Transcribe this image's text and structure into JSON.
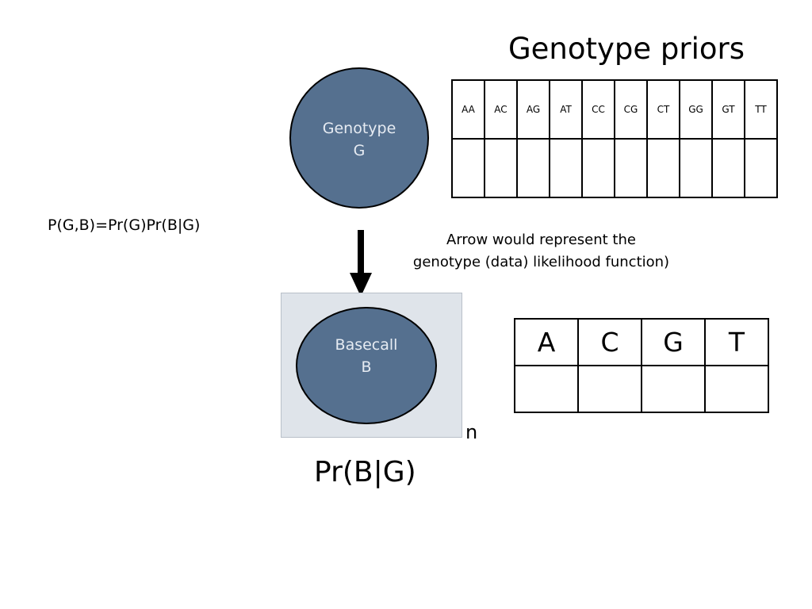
{
  "priors": {
    "title": "Genotype priors",
    "genotypes": [
      "AA",
      "AC",
      "AG",
      "AT",
      "CC",
      "CG",
      "CT",
      "GG",
      "GT",
      "TT"
    ]
  },
  "genotype_node": {
    "line1": "Genotype",
    "line2": "G"
  },
  "joint_formula": "P(G,B)=Pr(G)Pr(B|G)",
  "arrow_note": {
    "line1": "Arrow would represent the",
    "line2": "genotype (data) likelihood function)"
  },
  "basecall_node": {
    "line1": "Basecall",
    "line2": "B"
  },
  "plate_label": "n",
  "likelihood_label": "Pr(B|G)",
  "bases": [
    "A",
    "C",
    "G",
    "T"
  ],
  "colors": {
    "node_fill": "#55708f",
    "node_text": "#e6ebf2",
    "plate_fill": "#dfe4ea"
  }
}
